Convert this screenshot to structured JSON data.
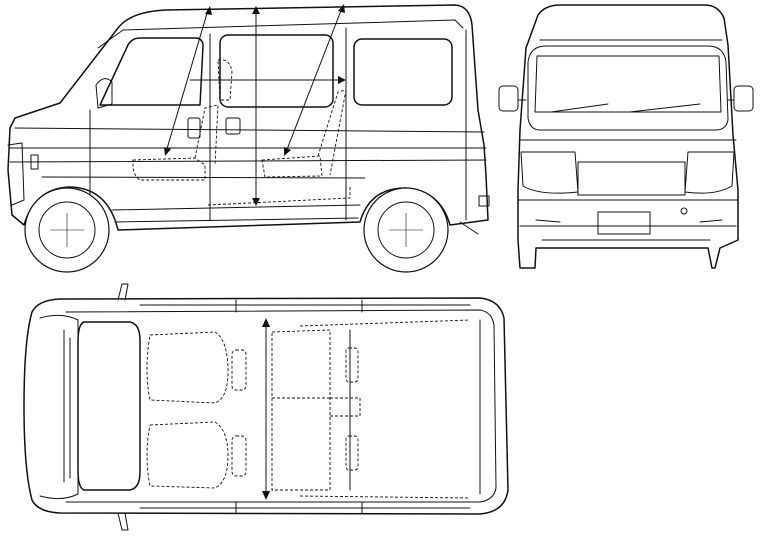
{
  "drawing": {
    "views": [
      {
        "id": "side",
        "label": ""
      },
      {
        "id": "front",
        "label": ""
      },
      {
        "id": "top",
        "label": ""
      }
    ],
    "colors": {
      "line": "#111111",
      "background": "#ffffff"
    },
    "icons": [
      "arrow-head-icon"
    ]
  }
}
